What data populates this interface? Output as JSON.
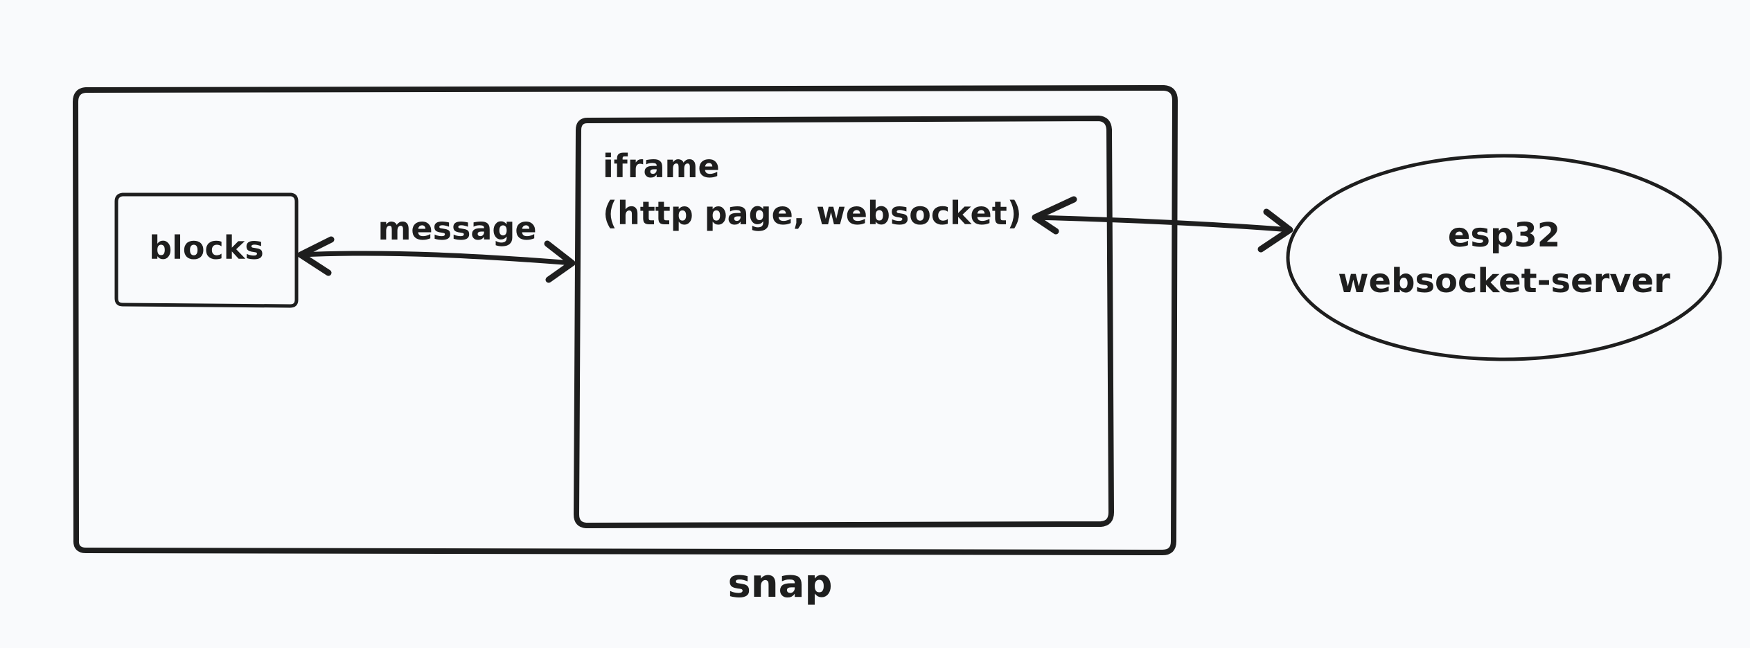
{
  "nodes": {
    "snap": {
      "label": "snap"
    },
    "blocks": {
      "label": "blocks"
    },
    "iframe": {
      "line1": "iframe",
      "line2": "(http page, websocket)"
    },
    "esp32": {
      "line1": "esp32",
      "line2": "websocket-server"
    }
  },
  "edges": {
    "blocks_iframe": {
      "label": "message"
    }
  },
  "colors": {
    "stroke": "#1e1e1e",
    "background": "#f9fafc"
  }
}
